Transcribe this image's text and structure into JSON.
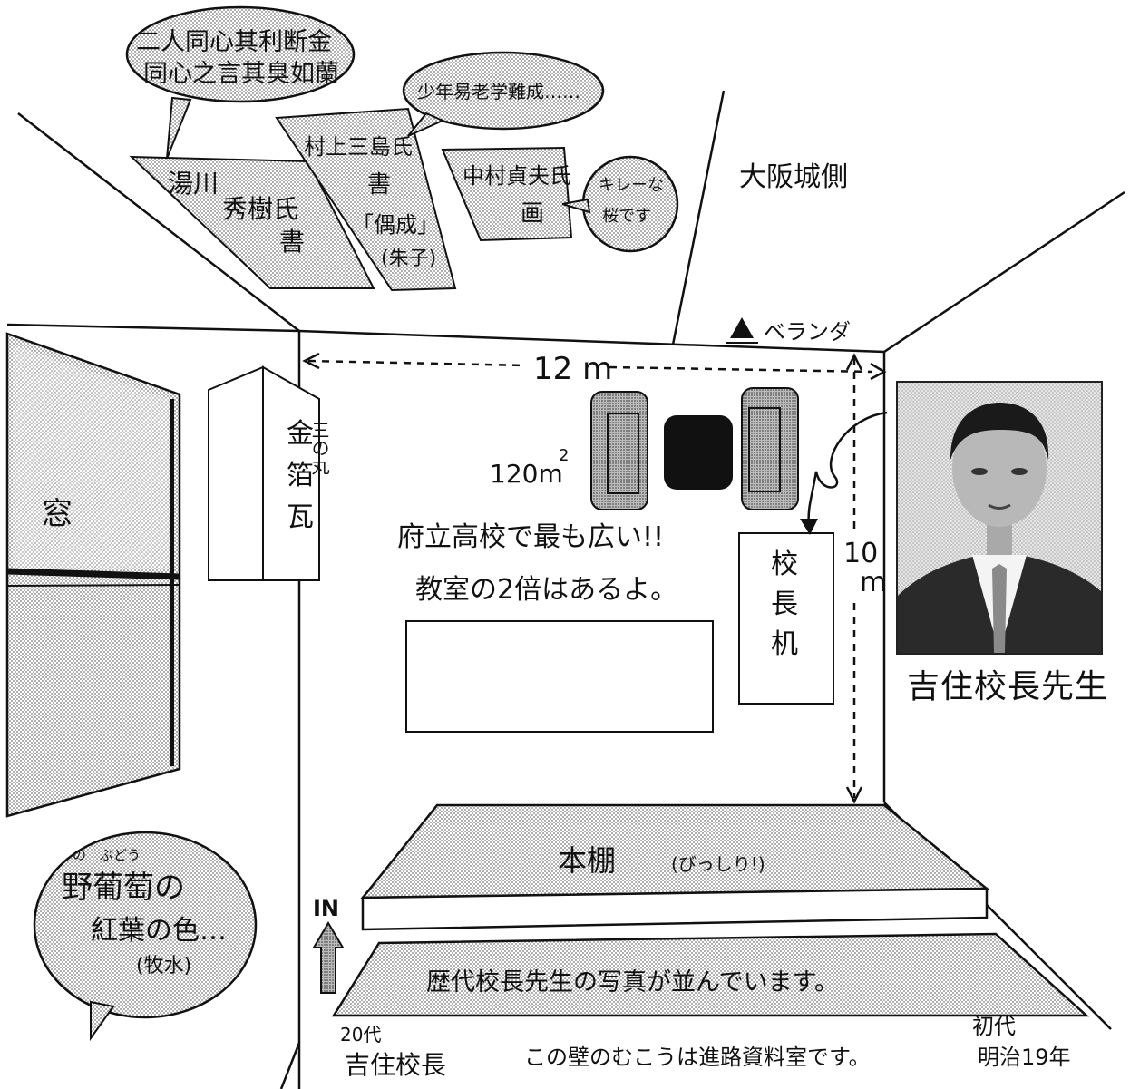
{
  "bubbles": {
    "top_left_line1": "二人同心其利断金",
    "top_left_line2": "同心之言其臭如蘭",
    "top_mid": "少年易老学難成……",
    "cherry": "キレーな桜です",
    "autumn_ruby": "の　ぶどう",
    "autumn_line1": "野葡萄の",
    "autumn_line2": "紅葉の色…",
    "autumn_author": "(牧水)"
  },
  "ceiling": {
    "yukawa_1": "湯川",
    "yukawa_2": "秀樹氏",
    "yukawa_3": "書",
    "murakami_1": "村上三島氏",
    "murakami_2": "書",
    "murakami_3": "「偶成」",
    "murakami_4": "(朱子)",
    "nakamura_1": "中村貞夫氏",
    "nakamura_2": "画",
    "osaka_side": "大阪城側"
  },
  "room": {
    "veranda": "ベランダ",
    "width": "12 m",
    "depth_num": "10",
    "depth_unit": "m",
    "area": "120m",
    "area_sup": "2",
    "roof_tile_1": "金",
    "roof_tile_2": "箔",
    "roof_tile_3": "瓦",
    "roof_tile_4": "三の丸",
    "window": "窓",
    "claim_1": "府立高校で最も広い!!",
    "claim_2": "教室の2倍はあるよ。",
    "desk_1": "校",
    "desk_2": "長",
    "desk_3": "机",
    "bookshelf": "本棚",
    "bookshelf_note": "(びっしり!)",
    "entrance": "IN",
    "photos_row": "歴代校長先生の写真が並んでいます。",
    "gen20": "20代",
    "gen20_name": "吉住校長",
    "gen1": "初代",
    "gen1_year": "明治19年",
    "beyond_wall": "この壁のむこうは進路資料室です。"
  },
  "portrait": {
    "caption": "吉住校長先生"
  }
}
